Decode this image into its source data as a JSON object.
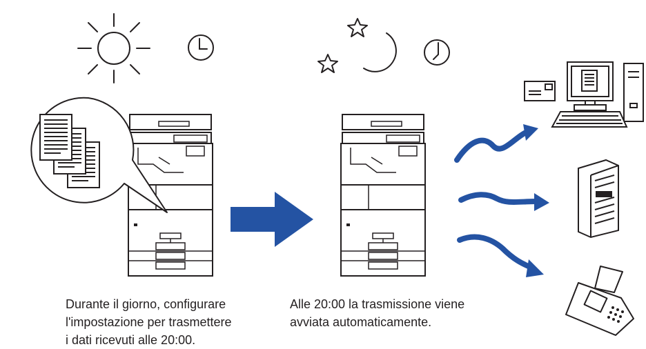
{
  "captions": {
    "left": {
      "line1": "Durante il giorno, configurare",
      "line2": "l'impostazione per trasmettere",
      "line3": "i dati ricevuti alle 20:00."
    },
    "right": {
      "line1": "Alle 20:00 la trasmissione viene",
      "line2": "avviata automaticamente."
    }
  },
  "colors": {
    "arrow": "#2453a3",
    "line": "#231f20",
    "background": "#ffffff"
  },
  "icons": [
    "sun-icon",
    "clock-icon",
    "moon-icon",
    "star-icon",
    "document-stack-icon",
    "multifunction-printer-icon",
    "transmission-arrow-icon",
    "computer-icon",
    "server-icon",
    "fax-icon"
  ]
}
